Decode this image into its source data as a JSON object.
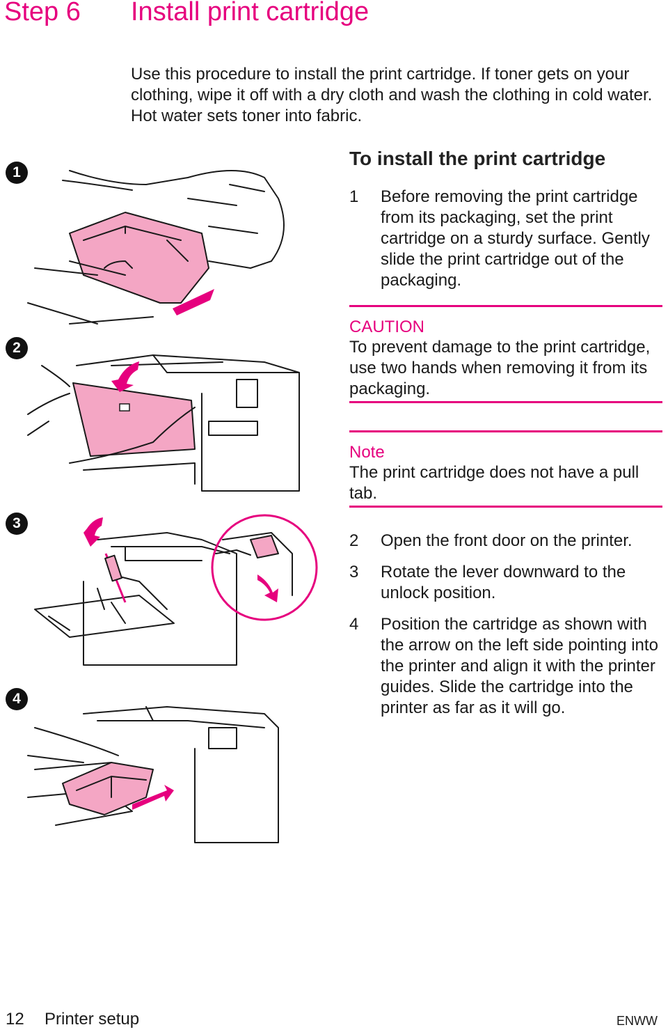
{
  "header": {
    "step_number": "Step 6",
    "title": "Install print cartridge"
  },
  "intro": "Use this procedure to install the print cartridge. If toner gets on your clothing, wipe it off with a dry cloth and wash the clothing in cold water. Hot water sets toner into fabric.",
  "markers": [
    "1",
    "2",
    "3",
    "4"
  ],
  "instructions": {
    "heading": "To install the print cartridge",
    "steps": [
      {
        "num": "1",
        "text": "Before removing the print cartridge from its packaging, set the print cartridge on a sturdy surface. Gently slide the print cartridge out of the packaging."
      },
      {
        "num": "2",
        "text": "Open the front door on the printer."
      },
      {
        "num": "3",
        "text": "Rotate the lever downward to the unlock position."
      },
      {
        "num": "4",
        "text": "Position the cartridge as shown with the arrow on the left side pointing into the printer and align it with the printer guides. Slide the cartridge into the printer as far as it will go."
      }
    ],
    "caution": {
      "label": "CAUTION",
      "text": "To prevent damage to the print cartridge, use two hands when removing it from its packaging."
    },
    "note": {
      "label": "Note",
      "text": "The print cartridge does not have a pull tab."
    }
  },
  "footer": {
    "page": "12",
    "section": "Printer setup",
    "code": "ENWW"
  },
  "colors": {
    "accent": "#e6007e",
    "cartridge_fill": "#f4a6c4"
  }
}
